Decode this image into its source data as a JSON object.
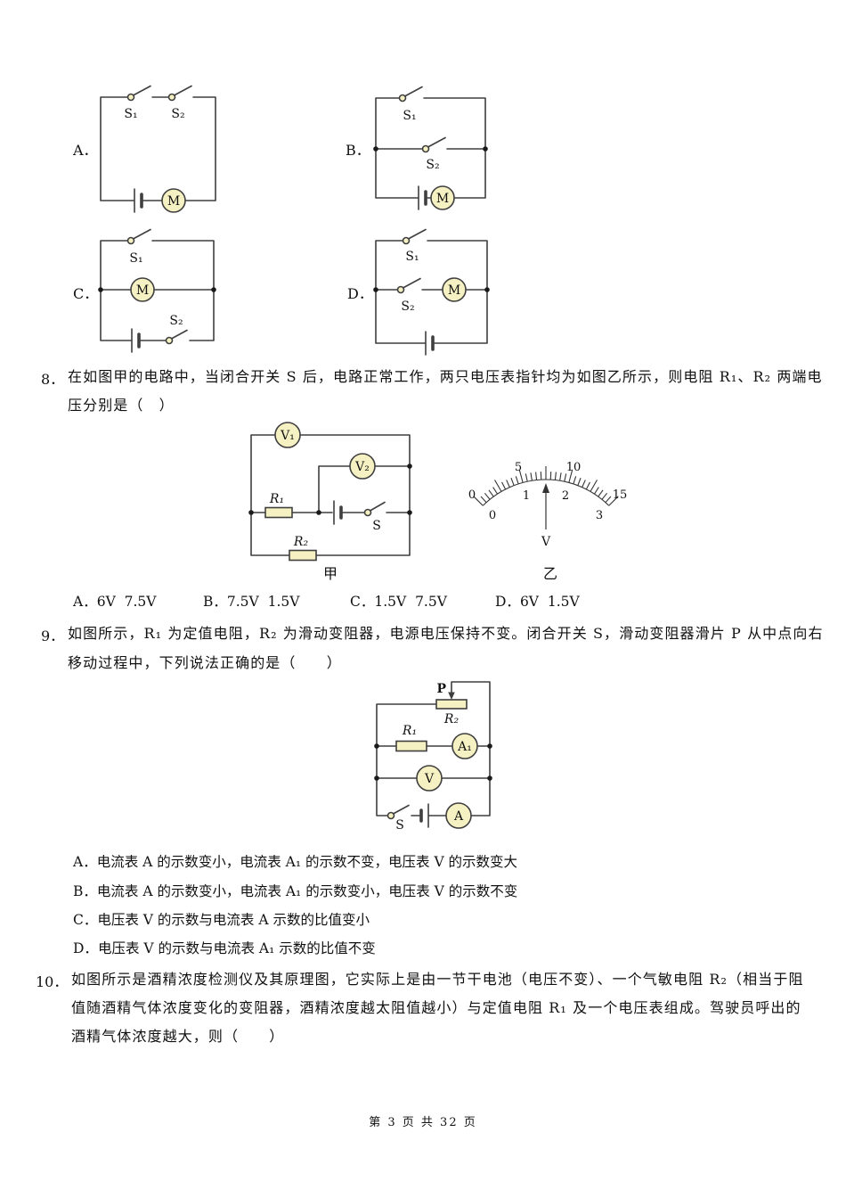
{
  "circuit_options": {
    "a_label": "A．",
    "b_label": "B．",
    "c_label": "C．",
    "d_label": "D．",
    "s1": "S₁",
    "s2": "S₂",
    "m": "M"
  },
  "q8": {
    "number": "8．",
    "line1": "在如图甲的电路中，当闭合开关 S 后，电路正常工作，两只电压表指针均为如图乙所示，则电阻 R₁、R₂ 两端电",
    "line2": "压分别是（　）",
    "fig": {
      "v1": "V₁",
      "v2": "V₂",
      "r1": "R₁",
      "r2": "R₂",
      "s": "S",
      "caption": "甲"
    },
    "meter": {
      "outer": [
        "0",
        "5",
        "10",
        "15"
      ],
      "inner": [
        "0",
        "1",
        "2",
        "3"
      ],
      "unit": "V",
      "caption": "乙"
    },
    "options": [
      {
        "label": "A．",
        "text": "6V  7.5V"
      },
      {
        "label": "B．",
        "text": "7.5V  1.5V"
      },
      {
        "label": "C．",
        "text": "1.5V  7.5V"
      },
      {
        "label": "D．",
        "text": "6V  1.5V"
      }
    ]
  },
  "q9": {
    "number": "9．",
    "line1": "如图所示，R₁ 为定值电阻，R₂ 为滑动变阻器，电源电压保持不变。闭合开关 S，滑动变阻器滑片 P 从中点向右",
    "line2": "移动过程中，下列说法正确的是（　　）",
    "fig": {
      "p": "P",
      "r1": "R₁",
      "r2": "R₂",
      "a1": "A₁",
      "v": "V",
      "a": "A",
      "s": "S"
    },
    "options": [
      {
        "label": "A．",
        "text": "电流表 A 的示数变小，电流表 A₁ 的示数不变，电压表 V 的示数变大"
      },
      {
        "label": "B．",
        "text": "电流表 A 的示数变小，电流表 A₁ 的示数变小，电压表 V 的示数不变"
      },
      {
        "label": "C．",
        "text": "电压表 V 的示数与电流表 A 示数的比值变小"
      },
      {
        "label": "D．",
        "text": "电压表 V 的示数与电流表 A₁ 示数的比值不变"
      }
    ]
  },
  "q10": {
    "number": "10．",
    "line1": "如图所示是酒精浓度检测仪及其原理图，它实际上是由一节干电池（电压不变）、一个气敏电阻 R₂（相当于阻",
    "line2": "值随酒精气体浓度变化的变阻器，酒精浓度越太阻值越小）与定值电阻 R₁ 及一个电压表组成。驾驶员呼出的",
    "line3": "酒精气体浓度越大，则（　　）"
  },
  "footer": {
    "text": "第 3 页 共 32 页"
  }
}
